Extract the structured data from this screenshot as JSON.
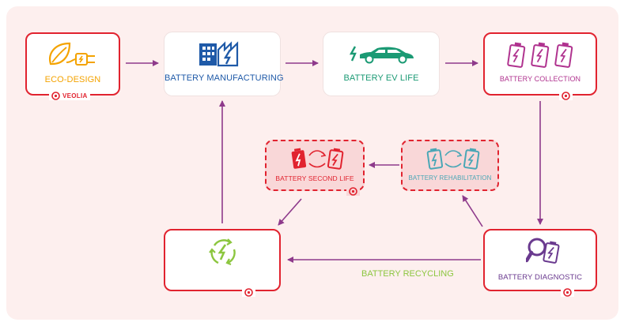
{
  "brand": {
    "name": "VEOLIA",
    "color": "#e1232f"
  },
  "colors": {
    "background_panel": "#fdefee",
    "arrow": "#8e3a8b",
    "eco_design": "#f4a300",
    "manufacturing": "#1f5aa8",
    "ev_life": "#1b9a74",
    "collection": "#b0338f",
    "second_life": "#e1232f",
    "rehabilitation": "#4aa7b6",
    "recycling": "#8cc63f",
    "diagnostic": "#6a3a8f"
  },
  "nodes": {
    "eco_design": {
      "label": "ECO-DESIGN",
      "icon": "leaf-plug-icon"
    },
    "manufacturing": {
      "label": "BATTERY MANUFACTURING",
      "icon": "factory-icon"
    },
    "ev_life": {
      "label": "BATTERY EV LIFE",
      "icon": "electric-car-icon"
    },
    "collection": {
      "label": "BATTERY COLLECTION",
      "icon": "batteries-icon"
    },
    "second_life": {
      "label": "BATTERY SECOND LIFE",
      "icon": "battery-swap-icon"
    },
    "rehabilitation": {
      "label": "BATTERY REHABILITATION",
      "icon": "battery-swap-icon"
    },
    "recycling_box": {
      "label": "",
      "icon": "recycle-bolt-icon"
    },
    "diagnostic": {
      "label": "BATTERY DIAGNOSTIC",
      "icon": "magnifier-battery-icon"
    }
  },
  "flow_labels": {
    "recycling": "BATTERY RECYCLING"
  }
}
